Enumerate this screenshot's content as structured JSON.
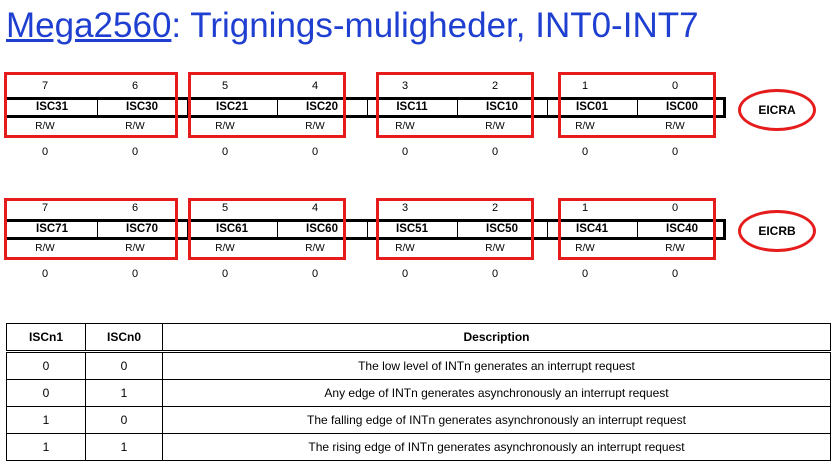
{
  "title": {
    "link_text": "Mega2560",
    "rest": ": Trignings-muligheder, INT0-INT7"
  },
  "registers": [
    {
      "name": "EICRA",
      "bits": [
        "7",
        "6",
        "5",
        "4",
        "3",
        "2",
        "1",
        "0"
      ],
      "fields": [
        "ISC31",
        "ISC30",
        "ISC21",
        "ISC20",
        "ISC11",
        "ISC10",
        "ISC01",
        "ISC00"
      ],
      "access": [
        "R/W",
        "R/W",
        "R/W",
        "R/W",
        "R/W",
        "R/W",
        "R/W",
        "R/W"
      ],
      "reset": [
        "0",
        "0",
        "0",
        "0",
        "0",
        "0",
        "0",
        "0"
      ]
    },
    {
      "name": "EICRB",
      "bits": [
        "7",
        "6",
        "5",
        "4",
        "3",
        "2",
        "1",
        "0"
      ],
      "fields": [
        "ISC71",
        "ISC70",
        "ISC61",
        "ISC60",
        "ISC51",
        "ISC50",
        "ISC41",
        "ISC40"
      ],
      "access": [
        "R/W",
        "R/W",
        "R/W",
        "R/W",
        "R/W",
        "R/W",
        "R/W",
        "R/W"
      ],
      "reset": [
        "0",
        "0",
        "0",
        "0",
        "0",
        "0",
        "0",
        "0"
      ]
    }
  ],
  "table": {
    "headers": [
      "ISCn1",
      "ISCn0",
      "Description"
    ],
    "rows": [
      [
        "0",
        "0",
        "The low level of INTn generates an interrupt request"
      ],
      [
        "0",
        "1",
        "Any edge of INTn generates asynchronously an interrupt request"
      ],
      [
        "1",
        "0",
        "The falling edge of INTn generates asynchronously an interrupt request"
      ],
      [
        "1",
        "1",
        "The rising edge of INTn generates asynchronously an interrupt request"
      ]
    ]
  },
  "colors": {
    "title": "#1f3fd1",
    "highlight": "#e61c1c"
  }
}
